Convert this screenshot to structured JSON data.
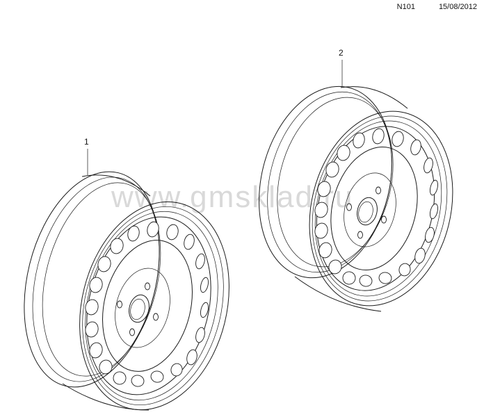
{
  "header": {
    "code": "N101",
    "date": "15/08/2012"
  },
  "watermark": "www.gmsklad.ru",
  "callouts": [
    {
      "id": "wheel-1",
      "label": "1"
    },
    {
      "id": "wheel-2",
      "label": "2"
    }
  ]
}
